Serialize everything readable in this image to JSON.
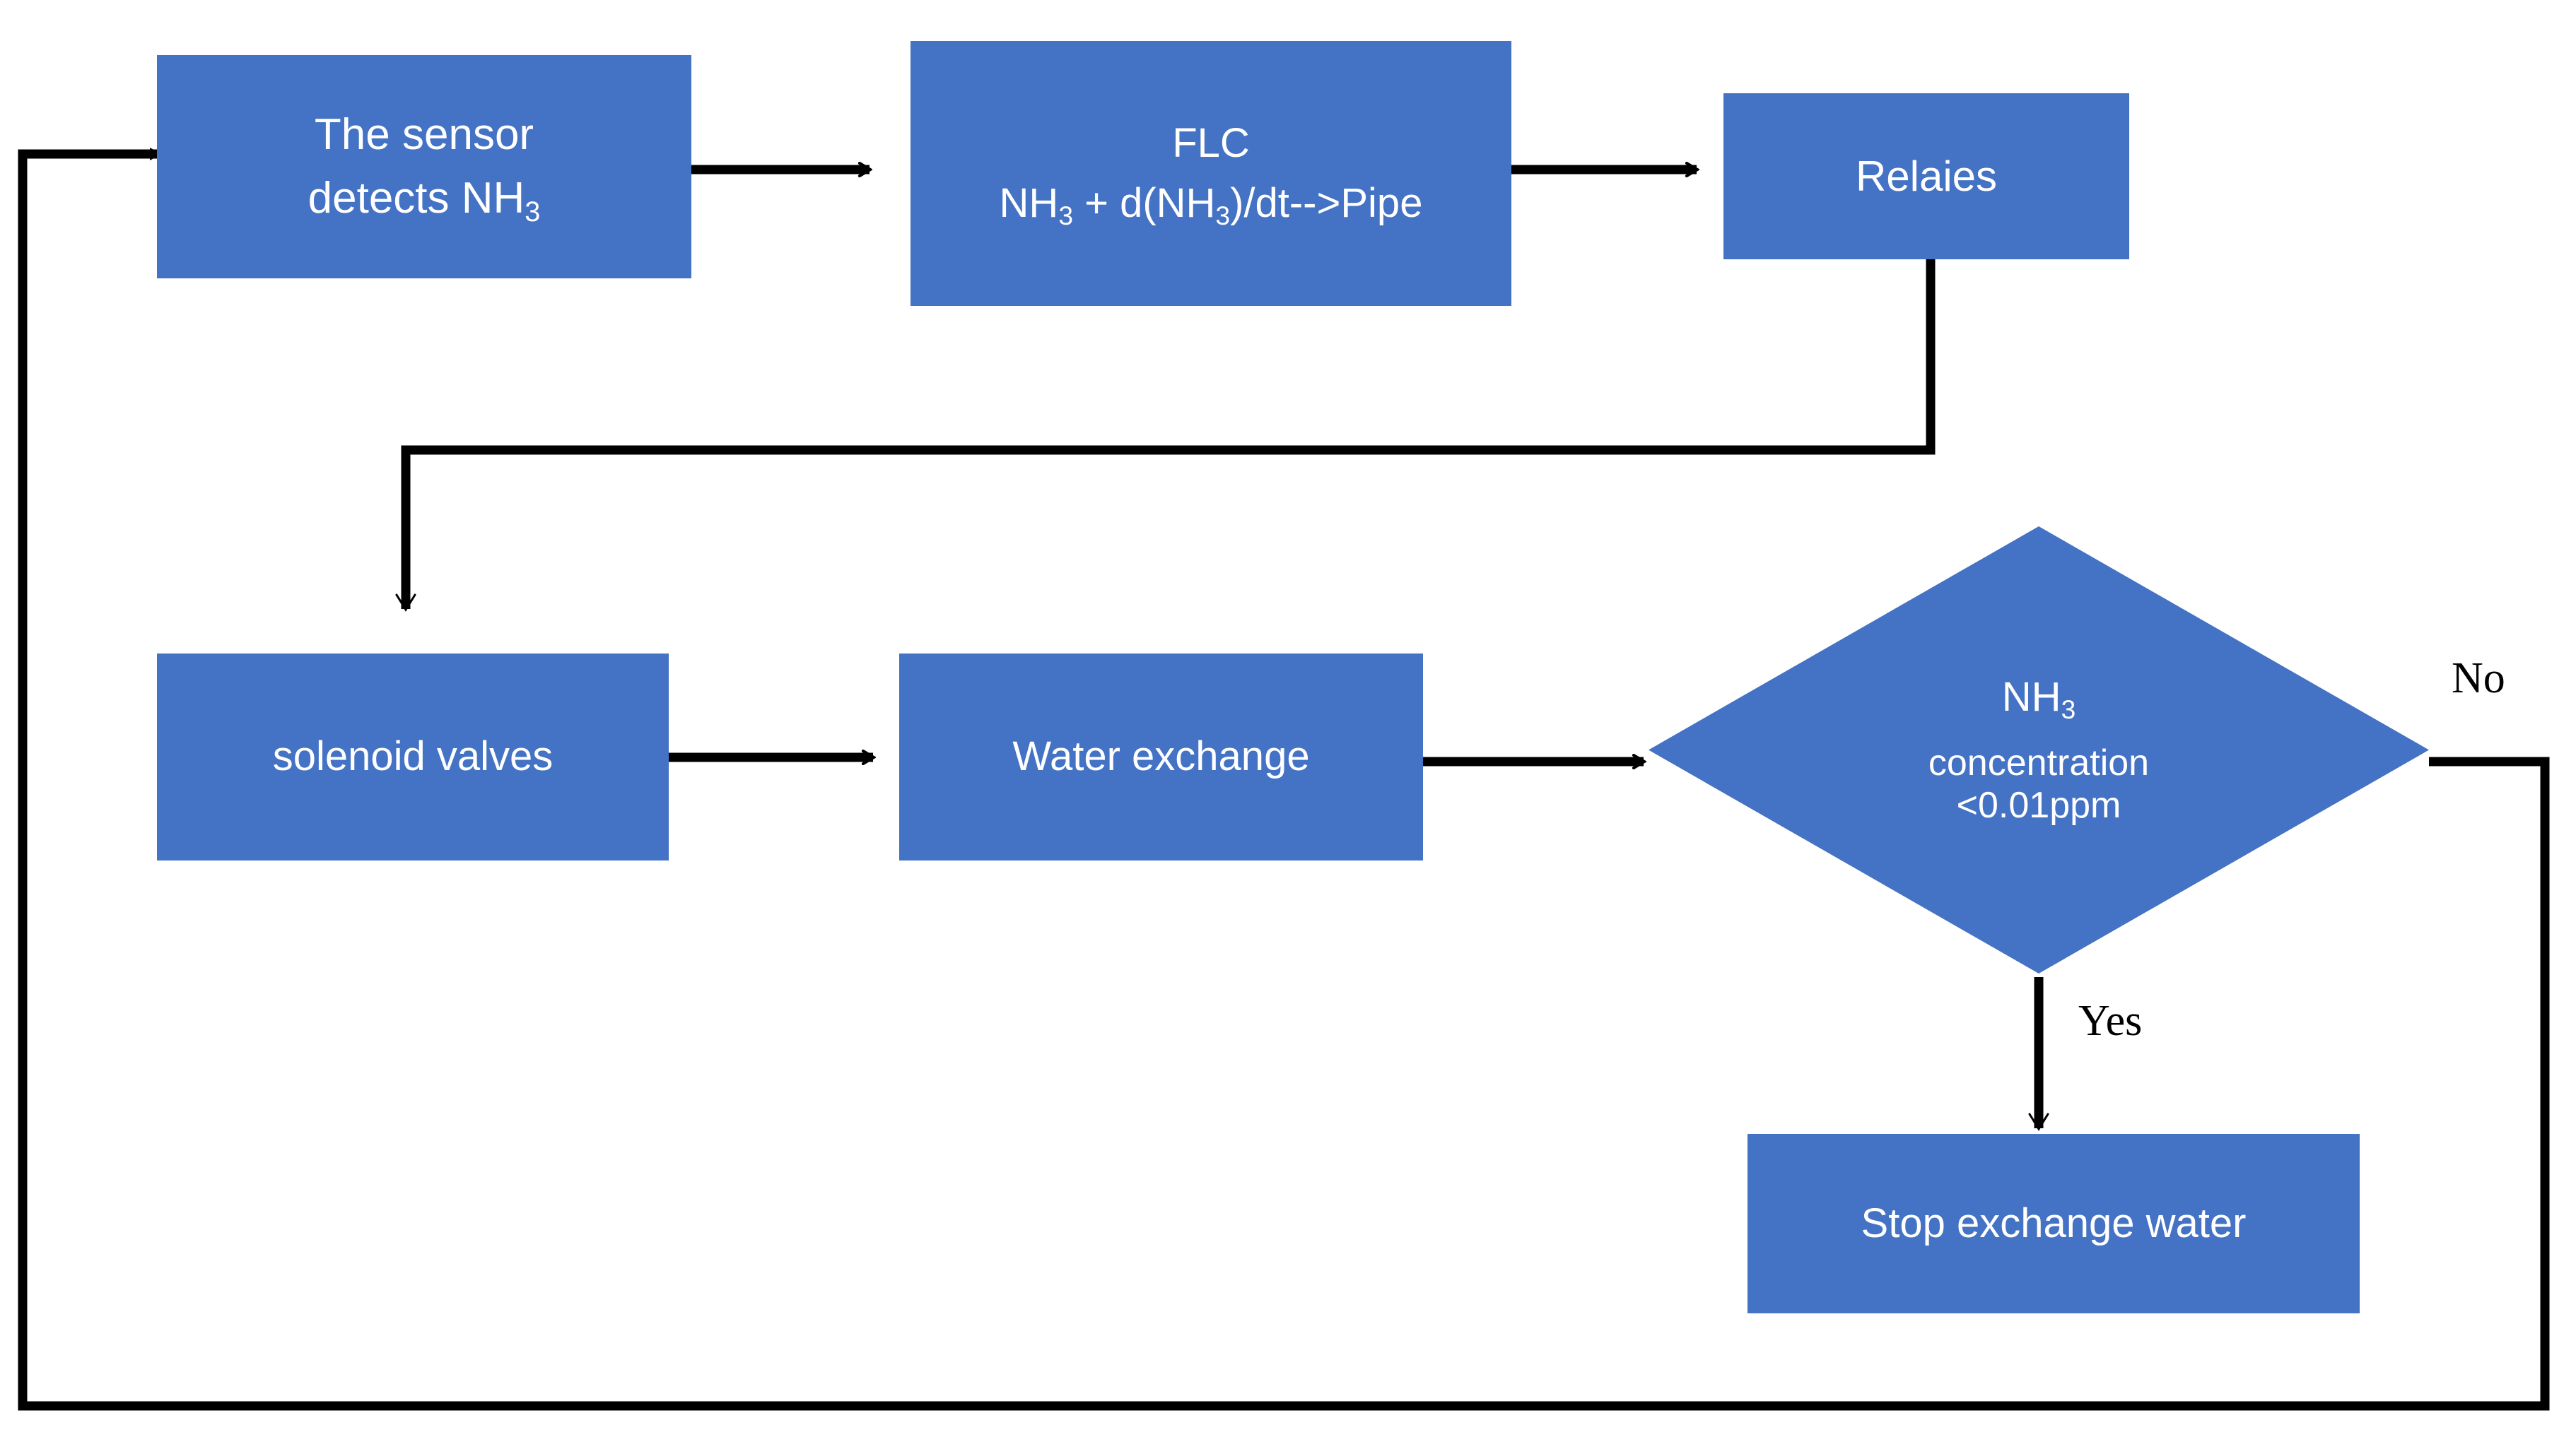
{
  "diagram": {
    "title": "NH3 water-exchange control flowchart",
    "colors": {
      "node_fill": "#4472C4",
      "node_text": "#FFFFFF",
      "connector": "#000000",
      "background": "#FFFFFF"
    },
    "nodes": {
      "sensor": {
        "shape": "rectangle",
        "line1": "The sensor",
        "line2_pre": "detects NH",
        "line2_sub": "3"
      },
      "flc": {
        "shape": "rectangle",
        "line1": "FLC",
        "line2_a": "NH",
        "line2_a_sub": "3",
        "line2_b": " + d(NH",
        "line2_b_sub": "3",
        "line2_c": ")/dt-->Pipe"
      },
      "relaies": {
        "shape": "rectangle",
        "label": "Relaies"
      },
      "solenoid": {
        "shape": "rectangle",
        "label": "solenoid valves"
      },
      "water_exchange": {
        "shape": "rectangle",
        "label": "Water exchange"
      },
      "decision": {
        "shape": "diamond",
        "line1_pre": "NH",
        "line1_sub": "3",
        "line2": "concentration",
        "line3": "<0.01ppm"
      },
      "stop": {
        "shape": "rectangle",
        "label": "Stop exchange water"
      }
    },
    "edge_labels": {
      "no": "No",
      "yes": "Yes"
    }
  }
}
